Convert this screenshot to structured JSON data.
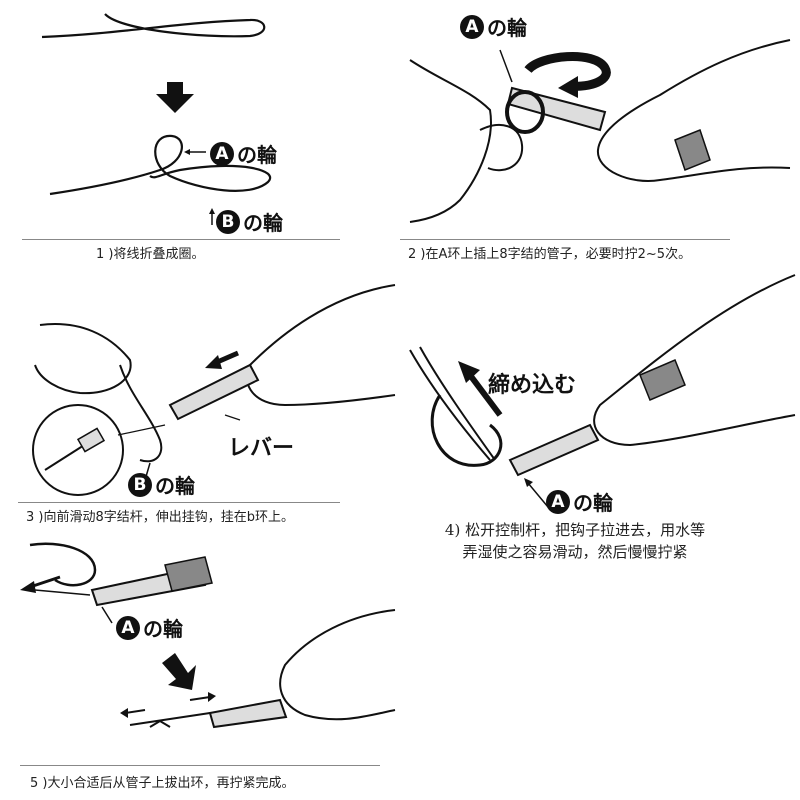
{
  "steps": [
    {
      "caption": "1 )将线折叠成圈。"
    },
    {
      "caption": "2 )在A环上插上8字结的管子，必要时拧2~5次。"
    },
    {
      "caption": "3 )向前滑动8字结杆，伸出挂钩，挂在b环上。"
    },
    {
      "caption_line1": "4) 松开控制杆，把钩子拉进去，用水等",
      "caption_line2": "弄湿使之容易滑动，然后慢慢拧紧"
    },
    {
      "caption": "5 )大小合适后从管子上拔出环，再拧紧完成。"
    }
  ],
  "labels": {
    "loop_a_badge": "A",
    "loop_b_badge": "B",
    "loop_suffix": "の輪",
    "lever": "レバー",
    "tighten": "締め込む",
    "up_arrow": "↑"
  }
}
